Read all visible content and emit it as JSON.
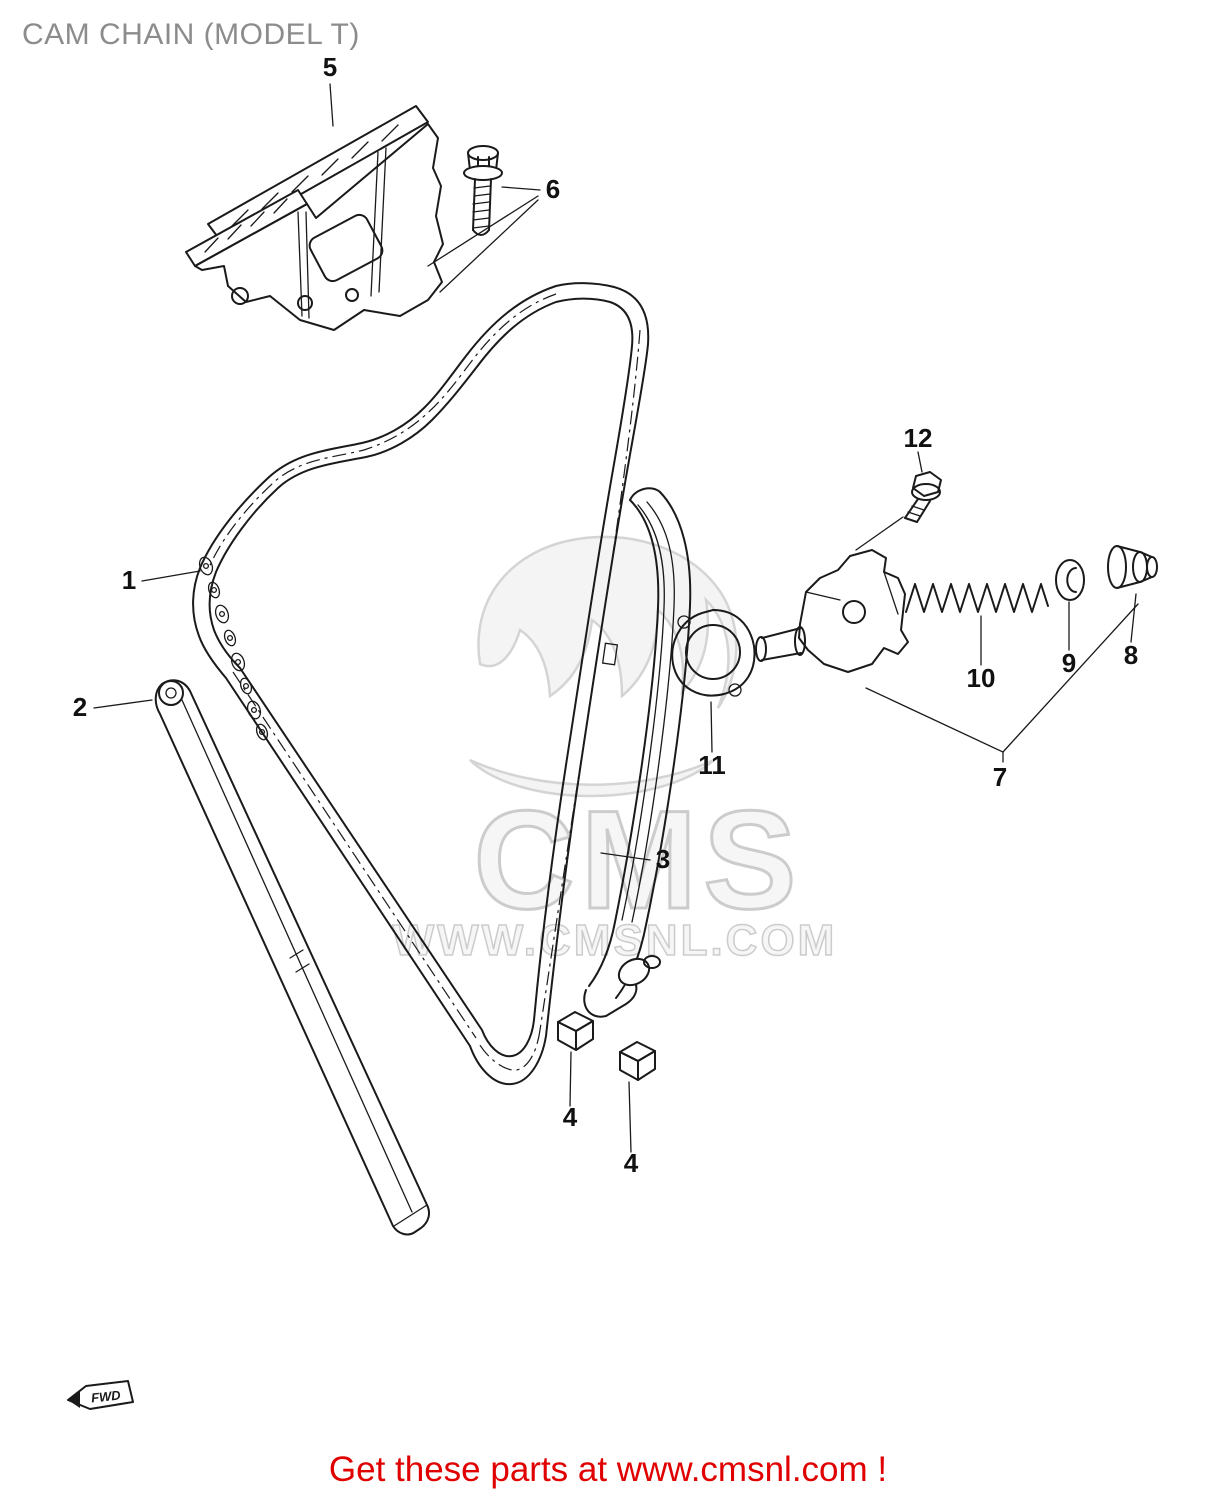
{
  "header": {
    "title": "CAM CHAIN (MODEL T)"
  },
  "diagram": {
    "callouts": [
      {
        "label": "1"
      },
      {
        "label": "2"
      },
      {
        "label": "3"
      },
      {
        "label": "4"
      },
      {
        "label": "4"
      },
      {
        "label": "5"
      },
      {
        "label": "6"
      },
      {
        "label": "7"
      },
      {
        "label": "8"
      },
      {
        "label": "9"
      },
      {
        "label": "10"
      },
      {
        "label": "11"
      },
      {
        "label": "12"
      }
    ],
    "fwd_label": "FWD"
  },
  "watermark": {
    "brand": "CMS",
    "url": "WWW.CMSNL.COM"
  },
  "footer": {
    "text": "Get these parts at www.cmsnl.com !"
  },
  "colors": {
    "title": "#8c8c8c",
    "footer": "#e00000",
    "line": "#1a1a1a",
    "watermark": "#d6d6d6"
  }
}
